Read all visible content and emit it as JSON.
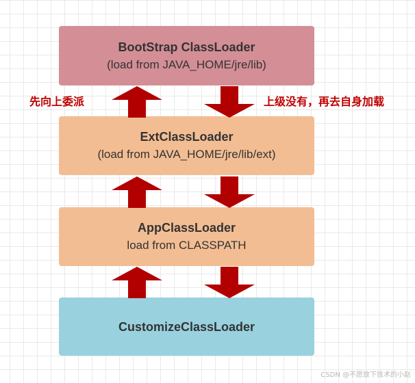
{
  "colors": {
    "bootstrap_fill": "#d48e96",
    "middle_fill": "#f3bd93",
    "custom_fill": "#99d1de",
    "arrow_fill": "#b20000",
    "label_text": "#c00000",
    "box_text": "#333333"
  },
  "loaders": [
    {
      "title": "BootStrap ClassLoader",
      "subtitle": "(load from JAVA_HOME/jre/lib)"
    },
    {
      "title": "ExtClassLoader",
      "subtitle": "(load from JAVA_HOME/jre/lib/ext)"
    },
    {
      "title": "AppClassLoader",
      "subtitle": "load from CLASSPATH"
    },
    {
      "title": "CustomizeClassLoader",
      "subtitle": ""
    }
  ],
  "labels": {
    "delegate_up": "先向上委派",
    "load_self": "上级没有，再去自身加载"
  },
  "watermark": "CSDN @不愿放下技术的小赵",
  "icons": {
    "up_arrow": "up-arrow-icon",
    "down_arrow": "down-arrow-icon"
  }
}
